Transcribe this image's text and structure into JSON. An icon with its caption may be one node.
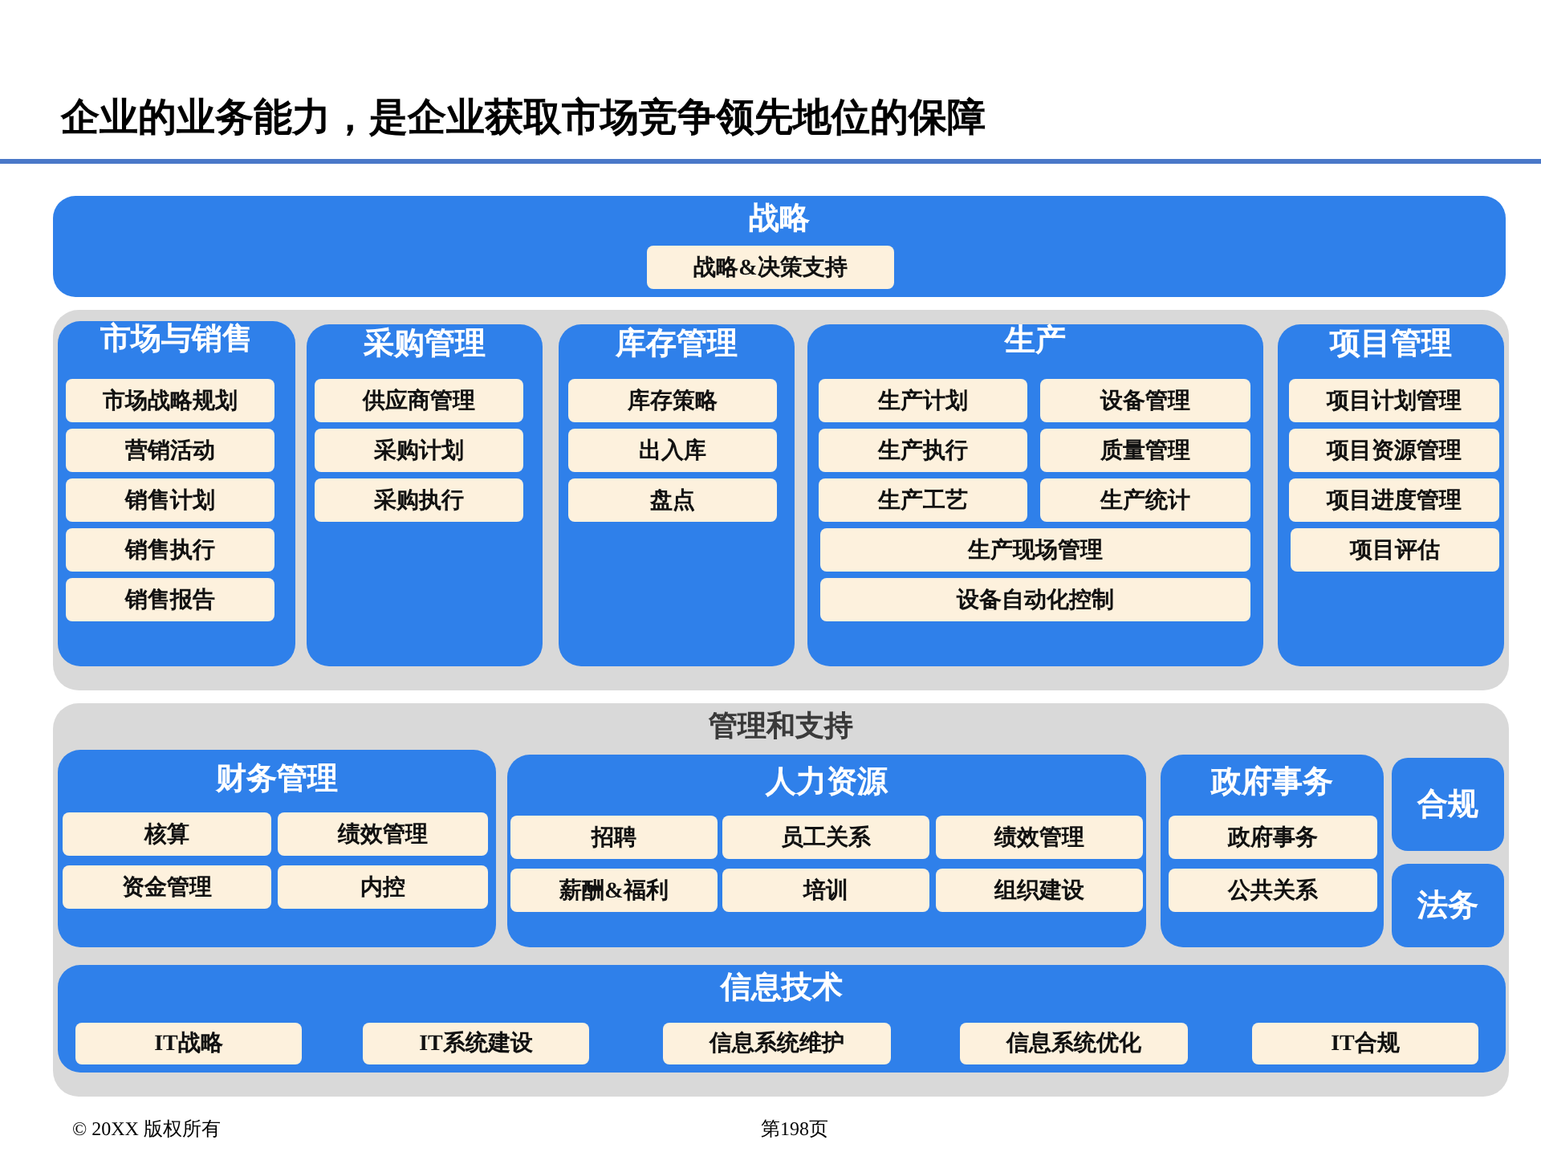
{
  "diagram": {
    "title": "企业的业务能力，是企业获取市场竞争领先地位的保障",
    "nodes": [
      {
        "text": [
          "战略"
        ]
      },
      {
        "text": [
          "战略&决策支持"
        ],
        "in": 0
      },
      {
        "text": [],
        "shape": "box"
      },
      {
        "text": [
          "市场与销售"
        ],
        "in": 2
      },
      {
        "text": [
          "市场战略规划"
        ],
        "in": 3
      },
      {
        "text": [
          "营销活动"
        ],
        "in": 3
      },
      {
        "text": [
          "销售计划"
        ],
        "in": 3
      },
      {
        "text": [
          "销售执行"
        ],
        "in": 3
      },
      {
        "text": [
          "销售报告"
        ],
        "in": 3
      },
      {
        "text": [
          "采购管理"
        ],
        "in": 2
      },
      {
        "text": [
          "供应商管理"
        ],
        "in": 9
      },
      {
        "text": [
          "采购计划"
        ],
        "in": 9
      },
      {
        "text": [
          "采购执行"
        ],
        "in": 9
      },
      {
        "text": [
          "库存管理"
        ],
        "in": 2
      },
      {
        "text": [
          "库存策略"
        ],
        "in": 13
      },
      {
        "text": [
          "出入库"
        ],
        "in": 13
      },
      {
        "text": [
          "盘点"
        ],
        "in": 13
      },
      {
        "text": [
          "生产"
        ],
        "in": 2
      },
      {
        "text": [
          "生产计划"
        ],
        "in": 17
      },
      {
        "text": [
          "设备管理"
        ],
        "in": 17
      },
      {
        "text": [
          "生产执行"
        ],
        "in": 17
      },
      {
        "text": [
          "质量管理"
        ],
        "in": 17
      },
      {
        "text": [
          "生产工艺"
        ],
        "in": 17
      },
      {
        "text": [
          "生产统计"
        ],
        "in": 17
      },
      {
        "text": [
          "生产现场管理"
        ],
        "in": 17
      },
      {
        "text": [
          "设备自动化控制"
        ],
        "in": 17
      },
      {
        "text": [
          "项目管理"
        ],
        "in": 2
      },
      {
        "text": [
          "项目计划管理"
        ],
        "in": 26
      },
      {
        "text": [
          "项目资源管理"
        ],
        "in": 26
      },
      {
        "text": [
          "项目进度管理"
        ],
        "in": 26
      },
      {
        "text": [
          "项目评估"
        ],
        "in": 26
      },
      {
        "text": [
          "管理和支持"
        ]
      },
      {
        "text": [
          "财务管理"
        ],
        "in": 31
      },
      {
        "text": [
          "核算"
        ],
        "in": 32
      },
      {
        "text": [
          "绩效管理"
        ],
        "in": 32
      },
      {
        "text": [
          "资金管理"
        ],
        "in": 32
      },
      {
        "text": [
          "内控"
        ],
        "in": 32
      },
      {
        "text": [
          "人力资源"
        ],
        "in": 31
      },
      {
        "text": [
          "招聘"
        ],
        "in": 37
      },
      {
        "text": [
          "员工关系"
        ],
        "in": 37
      },
      {
        "text": [
          "绩效管理"
        ],
        "in": 37
      },
      {
        "text": [
          "薪酬&福利"
        ],
        "in": 37
      },
      {
        "text": [
          "培训"
        ],
        "in": 37
      },
      {
        "text": [
          "组织建设"
        ],
        "in": 37
      },
      {
        "text": [
          "政府事务"
        ],
        "in": 31
      },
      {
        "text": [
          "政府事务"
        ],
        "in": 44
      },
      {
        "text": [
          "公共关系"
        ],
        "in": 44
      },
      {
        "text": [
          "合规"
        ],
        "in": 31
      },
      {
        "text": [
          "法务"
        ],
        "in": 31
      },
      {
        "text": [
          "信息技术"
        ],
        "in": 31
      },
      {
        "text": [
          "IT战略"
        ],
        "in": 49
      },
      {
        "text": [
          "IT系统建设"
        ],
        "in": 49
      },
      {
        "text": [
          "信息系统维护"
        ],
        "in": 49
      },
      {
        "text": [
          "信息系统优化"
        ],
        "in": 49
      },
      {
        "text": [
          "IT合规"
        ],
        "in": 49
      }
    ],
    "labels": [
      "© 20XX 版权所有",
      "第198页"
    ]
  }
}
